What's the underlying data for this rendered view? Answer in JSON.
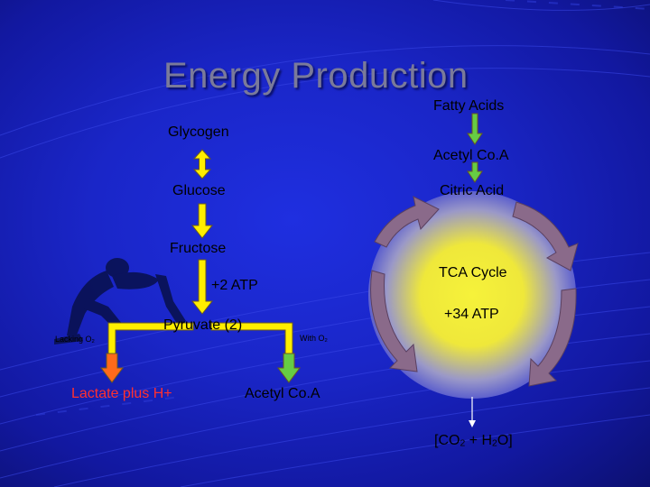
{
  "slide": {
    "title": "Energy Production",
    "fatty_acids": "Fatty Acids",
    "glycogen": "Glycogen",
    "acetyl_coa_top": "Acetyl Co.A",
    "glucose": "Glucose",
    "citric_acid": "Citric Acid",
    "fructose": "Fructose",
    "tca_cycle": "TCA Cycle",
    "atp_2": "+2 ATP",
    "atp_34": "+34 ATP",
    "pyruvate": "Pyruvate (2)",
    "lacking_o2_prefix": "Lacking O",
    "lacking_o2_sub": "2",
    "with_o2_prefix": "With O",
    "with_o2_sub": "2",
    "lactate": "Lactate plus H+",
    "acetyl_coa_bottom": "Acetyl Co.A",
    "co2_open": "[CO",
    "co2_sub": "2",
    "co2_mid": " + H",
    "h2o_sub": "2",
    "co2_close": "O]"
  },
  "colors": {
    "background": "#1a26c8",
    "title": "#7a7a9a",
    "yellow_arrow": "#ffee00",
    "green_arrow": "#66cc44",
    "orange_arrow": "#ff6a1a",
    "lactate_text": "#ff3030",
    "cycle_fill": "#f2ef3a",
    "cycle_arrow": "#8a6a8a"
  }
}
